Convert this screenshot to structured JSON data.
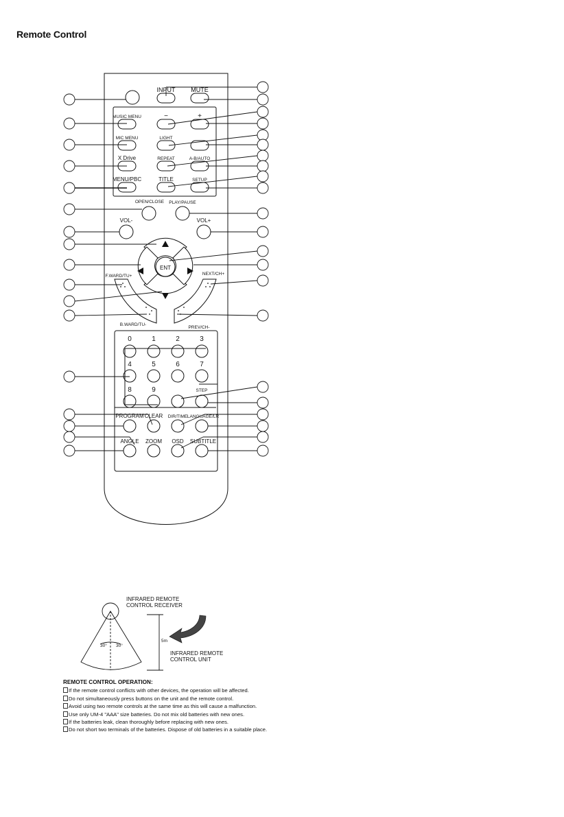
{
  "page_title": "Remote Control",
  "remote": {
    "row1": {
      "input": "INPUT",
      "mute": "MUTE"
    },
    "row2": {
      "music_menu": "MUSIC MENU",
      "minus": "−",
      "plus": "+"
    },
    "row3": {
      "mic_menu": "MIC MENU",
      "light": "LIGHT"
    },
    "row4": {
      "x_drive": "X Drive",
      "repeat": "REPEAT",
      "a_b_auto": "A-B/AUTO"
    },
    "row5": {
      "menu_pbc": "MENU/PBC",
      "title": "TITLE",
      "setup": "SETUP"
    },
    "row6": {
      "open_close": "OPEN/CLOSE",
      "play_pause": "PLAY/PAUSE"
    },
    "row7": {
      "vol_minus": "VOL-",
      "vol_plus": "VOL+"
    },
    "nav": {
      "enter": "ENT",
      "fward": "F.WARD/TU+",
      "next": "NEXT/CH+",
      "bward": "B.WARD/TU-",
      "prev": "PREV/CH-"
    },
    "digits": [
      "0",
      "1",
      "2",
      "3",
      "4",
      "5",
      "6",
      "7",
      "8",
      "9"
    ],
    "step": "STEP",
    "row_bottom1": {
      "program": "PROGRAM",
      "clear": "CLEAR",
      "dir_time": "DIR/TIME",
      "language": "LANGUAGE/LR"
    },
    "row_bottom2": {
      "angle": "ANGLE",
      "zoom": "ZOOM",
      "osd": "OSD",
      "subtitle": "SUBTITLE"
    }
  },
  "ir_diagram": {
    "receiver_label_1": "INFRARED REMOTE",
    "receiver_label_2": "CONTROL RECEIVER",
    "angle_left": "30°",
    "angle_right": "30°",
    "distance": "5m",
    "unit_label_1": "INFRARED REMOTE",
    "unit_label_2": "CONTROL UNIT"
  },
  "operation": {
    "title": "REMOTE CONTROL OPERATION:",
    "lines": [
      "If the remote control conflicts with other devices, the operation will be affected.",
      "Do not  simultaneously press buttons on the unit and the remote control.",
      "Avoid using two remote controls at the same time as this will cause a malfunction.",
      "Use only UM-4 \"AAA\" size batteries. Do not mix old batteries with new ones.",
      "If the batteries leak, clean thoroughly before replacing with new ones.",
      "Do not short two terminals of the batteries. Dispose of old batteries in a suitable place."
    ]
  }
}
